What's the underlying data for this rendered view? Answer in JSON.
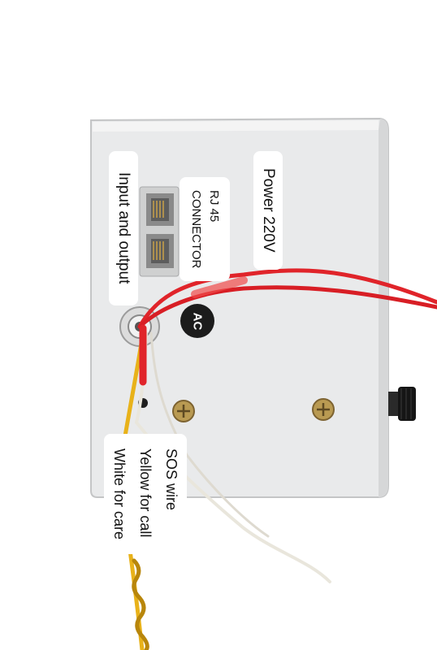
{
  "labels": {
    "power": "Power 220V",
    "rj45_line1": "RJ 45",
    "rj45_line2": "CONNECTOR",
    "io": "Input and output",
    "sos_line1": "SOS wire",
    "sos_line2": "Yellow for call",
    "sos_line3": "White for care"
  },
  "badge": {
    "ac": "AC"
  },
  "colors": {
    "panel": "#eceded",
    "panel_edge": "#c9cacb",
    "red_wire": "#e0242a",
    "yellow_wire": "#e8b21a",
    "white_wire": "#e9e6dc",
    "twisted_wire": "#b8860b",
    "rj45_port": "#8c8c8c"
  },
  "icons": [
    "rj45-port-icon",
    "cable-gland-icon",
    "screw-icon",
    "knob-icon"
  ]
}
